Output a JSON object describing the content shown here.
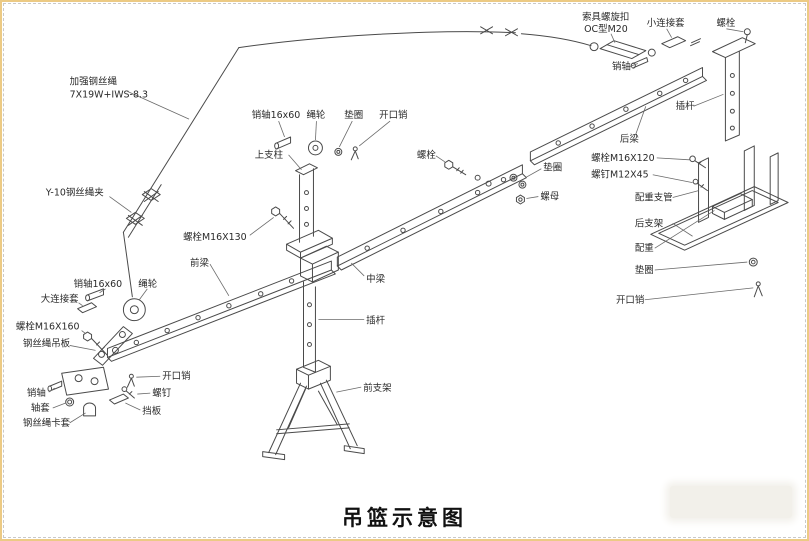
{
  "title": "吊篮示意图",
  "colors": {
    "frame_border": "#ecca84",
    "line": "#4a4a4a",
    "label_text": "#2a2a2a",
    "title_text": "#111111",
    "background": "#ffffff"
  },
  "diagram": {
    "labels": {
      "reinforced_rope": "加强钢丝绳",
      "reinforced_rope_spec": "7X19W+IWS-8.3",
      "rope_clamp": "Y-10钢丝绳夹",
      "turnbuckle": "索具螺旋扣",
      "turnbuckle_spec": "OC型M20",
      "small_connecting_sleeve": "小连接套",
      "bolt_top_right": "螺栓",
      "pin_top_right": "销轴",
      "insert_rod_right": "插杆",
      "rear_beam": "后梁",
      "bolt_m16x120": "螺栓M16X120",
      "screw_m12x45": "螺钉M12X45",
      "counterweight_tube": "配重支管",
      "rear_support": "后支架",
      "counterweight": "配重",
      "washer_right": "垫圈",
      "cotter_pin_right": "开口销",
      "pin_16x60_upper": "销轴16x60",
      "pulley_upper": "绳轮",
      "washer_upper": "垫圈",
      "cotter_pin_upper": "开口销",
      "upper_column": "上支柱",
      "bolt_middle": "螺栓",
      "washer_middle": "垫圈",
      "nut_middle": "螺母",
      "bolt_m16x130": "螺栓M16X130",
      "front_beam": "前梁",
      "middle_beam": "中梁",
      "insert_rod_center": "插杆",
      "front_support": "前支架",
      "pin_16x60_left": "销轴16x60",
      "pulley_left": "绳轮",
      "large_connecting_sleeve": "大连接套",
      "bolt_m16x160": "螺栓M16X160",
      "wire_rope_plate": "钢丝绳吊板",
      "cotter_pin_left": "开口销",
      "screw_left": "螺钉",
      "pin_left": "销轴",
      "shaft_sleeve": "轴套",
      "baffle": "挡板",
      "wire_rope_clip": "钢丝绳卡套"
    }
  }
}
